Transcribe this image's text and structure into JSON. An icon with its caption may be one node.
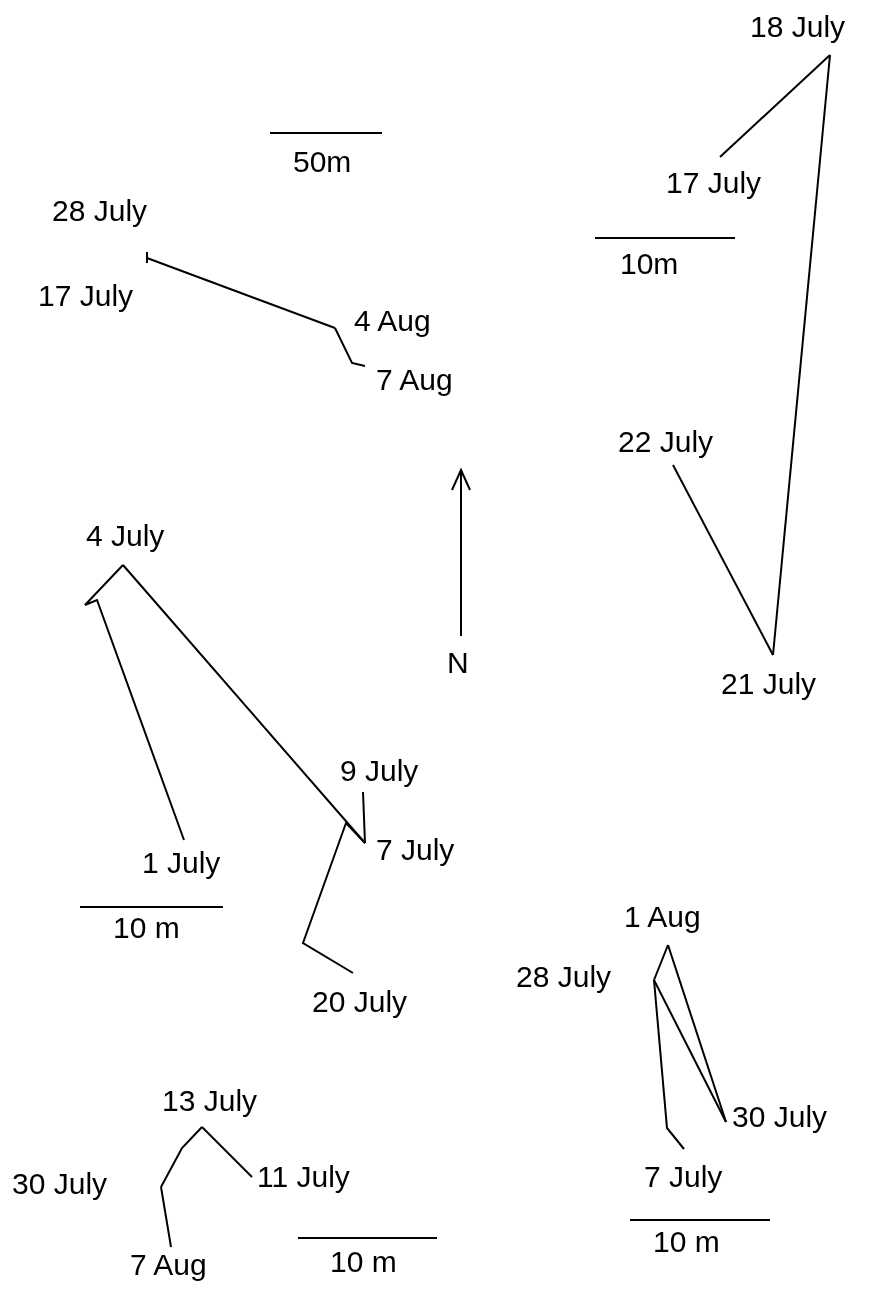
{
  "diagram": {
    "nodes": [
      {
        "text": [
          "18 July"
        ]
      },
      {
        "text": [
          "28 July"
        ]
      },
      {
        "text": [
          "17 July"
        ]
      },
      {
        "text": [
          "4 Aug"
        ]
      },
      {
        "text": [
          "7 Aug"
        ]
      },
      {
        "text": [
          "22 July"
        ]
      },
      {
        "text": [
          "4 July"
        ]
      },
      {
        "text": [
          "21 July"
        ]
      },
      {
        "text": [
          "9 July"
        ]
      },
      {
        "text": [
          "7 July"
        ]
      },
      {
        "text": [
          "1 July"
        ]
      },
      {
        "text": [
          "1 Aug"
        ]
      },
      {
        "text": [
          "28 July"
        ]
      },
      {
        "text": [
          "20 July"
        ]
      },
      {
        "text": [
          "13 July"
        ]
      },
      {
        "text": [
          "30 July"
        ]
      },
      {
        "text": [
          "11 July"
        ]
      },
      {
        "text": [
          "30 July"
        ]
      },
      {
        "text": [
          "7 July"
        ]
      },
      {
        "text": [
          "7 Aug"
        ]
      }
    ],
    "edges": [
      {
        "from": 1,
        "to": 3,
        "arrow": "none"
      },
      {
        "from": 3,
        "to": 4,
        "arrow": "none"
      },
      {
        "from": 2,
        "to": 0,
        "arrow": "none"
      },
      {
        "from": 0,
        "to": 7,
        "arrow": "none"
      },
      {
        "from": 7,
        "to": 5,
        "arrow": "none"
      },
      {
        "from": 10,
        "to": 6,
        "arrow": "none"
      },
      {
        "from": 6,
        "to": 9,
        "arrow": "none"
      },
      {
        "from": 9,
        "to": 8,
        "arrow": "none"
      },
      {
        "from": 9,
        "to": 13,
        "arrow": "none"
      },
      {
        "from": 16,
        "to": 14,
        "arrow": "none"
      },
      {
        "from": 14,
        "to": 17,
        "arrow": "none"
      },
      {
        "from": 17,
        "to": 19,
        "arrow": "none"
      },
      {
        "from": 18,
        "to": 12,
        "arrow": "none"
      },
      {
        "from": 12,
        "to": 15,
        "arrow": "none"
      },
      {
        "from": 15,
        "to": 11,
        "arrow": "none"
      },
      {
        "from": 11,
        "to": 12,
        "arrow": "none"
      }
    ],
    "labels": [
      "50m",
      "10m",
      "17 July",
      "N",
      "10 m",
      "10 m",
      "10 m"
    ]
  }
}
